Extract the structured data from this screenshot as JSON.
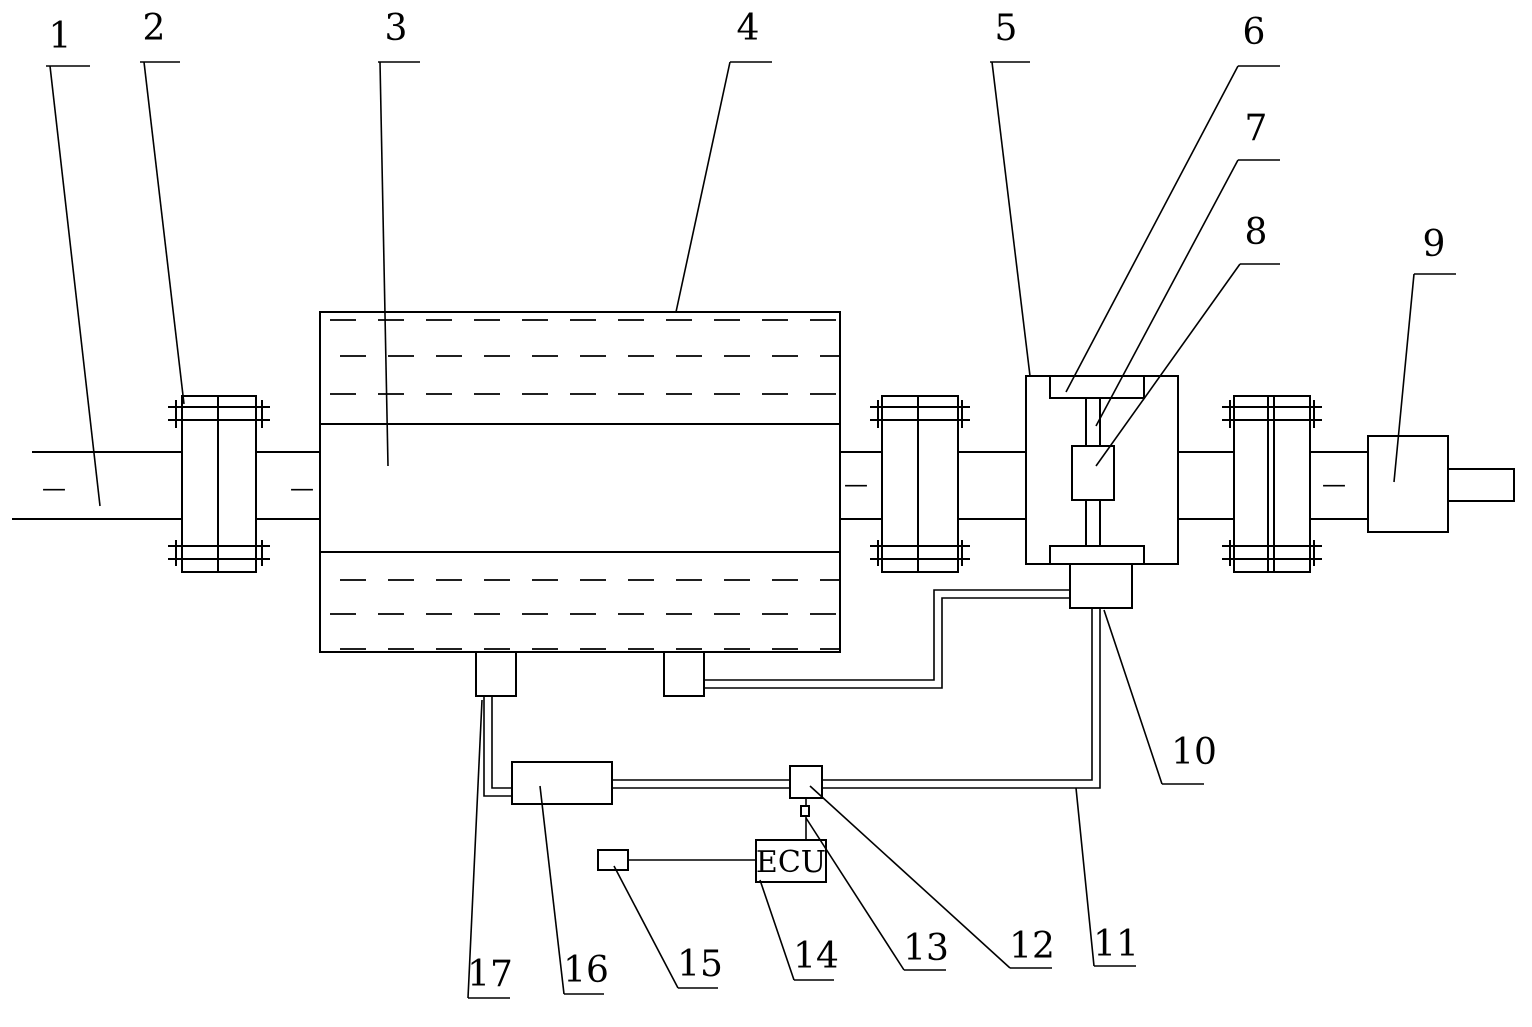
{
  "diagram": {
    "labels": [
      "1",
      "2",
      "3",
      "4",
      "5",
      "6",
      "7",
      "8",
      "9",
      "10",
      "11",
      "12",
      "13",
      "14",
      "15",
      "16",
      "17"
    ],
    "ecu_text": "ECU",
    "flow_marks": [
      "—",
      "—",
      "—",
      "—"
    ]
  }
}
